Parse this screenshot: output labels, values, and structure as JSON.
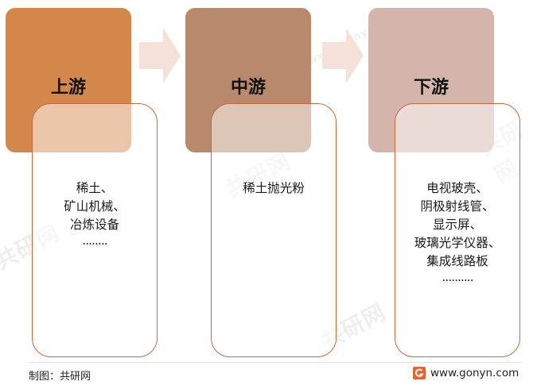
{
  "stages": [
    {
      "title": "上游",
      "items": [
        "稀土、",
        "矿山机械、",
        "冶炼设备",
        "........"
      ],
      "color": "#d3874b"
    },
    {
      "title": "中游",
      "items": [
        "稀土抛光粉"
      ],
      "color": "#b8896c"
    },
    {
      "title": "下游",
      "items": [
        "电视玻壳、",
        "阴极射线管、",
        "显示屏、",
        "玻璃光学仪器、",
        "集成线路板",
        ".........."
      ],
      "color": "#d3b5ac"
    }
  ],
  "colors": {
    "card_border": "#c8693a",
    "arrow": "#f5e1d8"
  },
  "footer": {
    "source": "制图：共研网",
    "url": "www.gonyn.com"
  },
  "watermark": {
    "text": "共研网",
    "url_text": "www.gonyn.com"
  }
}
